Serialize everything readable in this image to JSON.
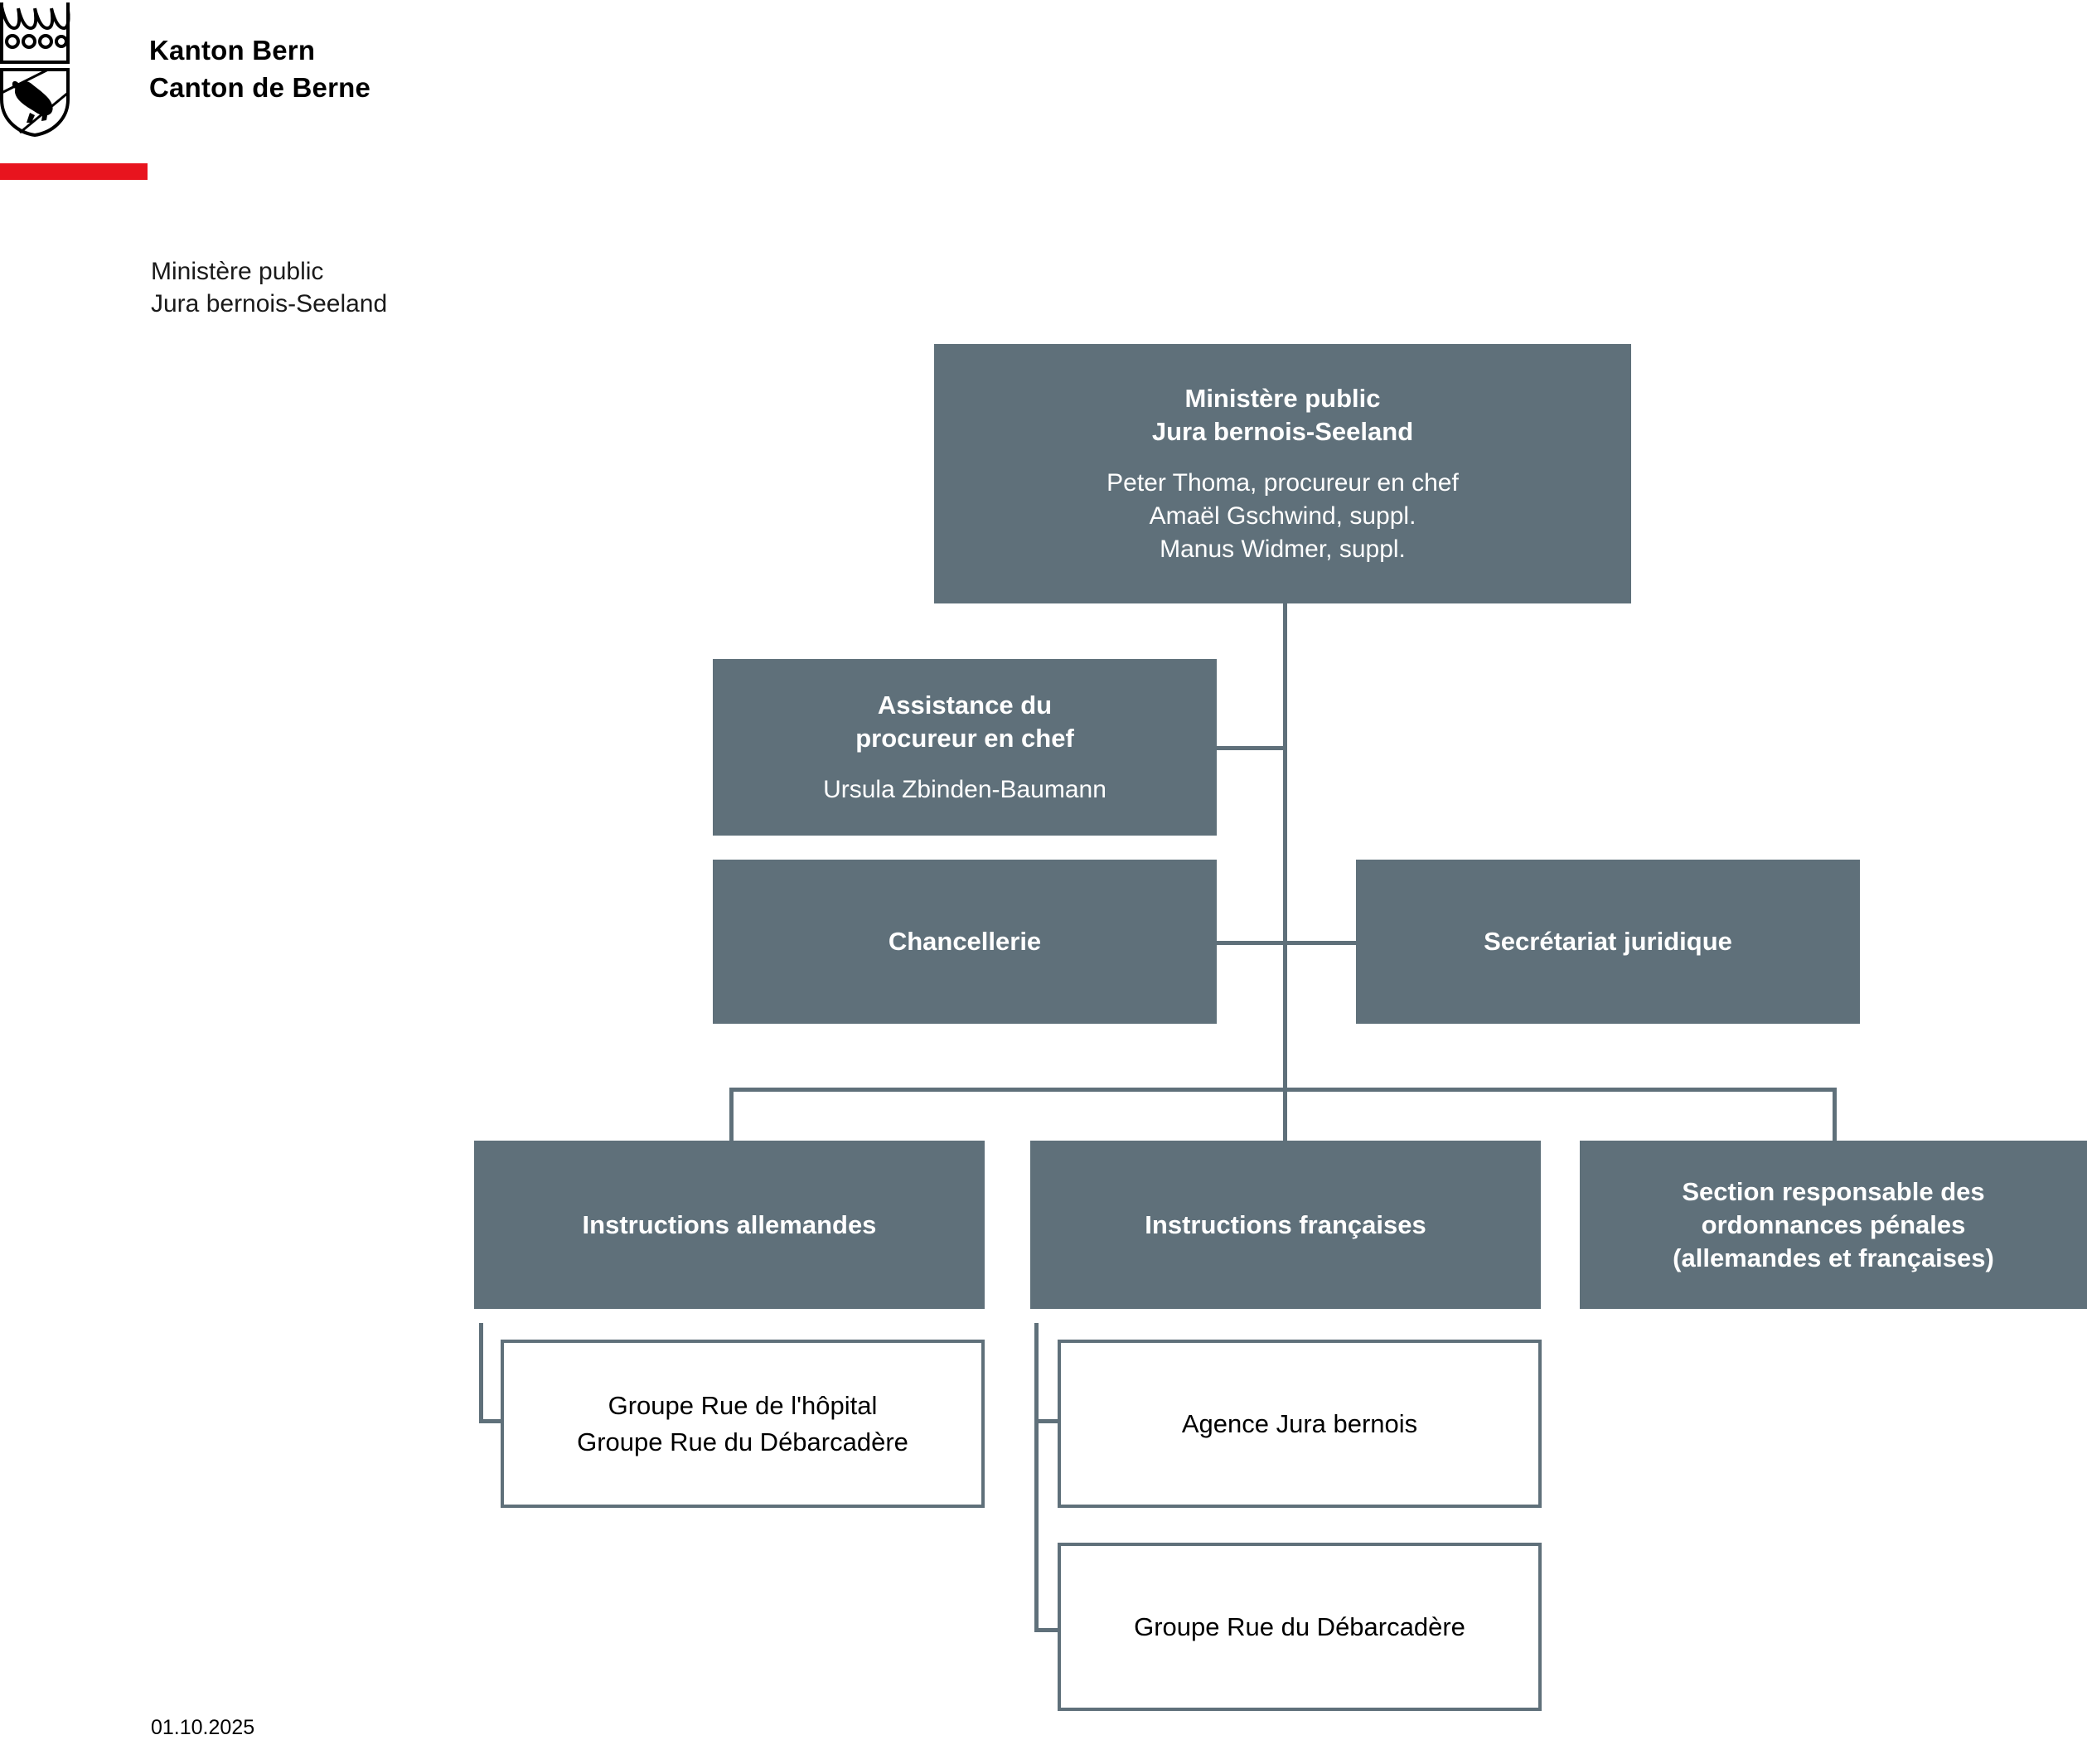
{
  "header": {
    "logo_alt": "bern-coat-of-arms",
    "line1": "Kanton Bern",
    "line2": "Canton de Berne",
    "accent_color": "#E8141E"
  },
  "org_subtitle": {
    "line1": "Ministère public",
    "line2": "Jura bernois-Seeland"
  },
  "chart_colors": {
    "box_fill": "#5F707A",
    "box_text": "#FFFFFF",
    "connector": "#5F707A",
    "white_box_text": "#000000"
  },
  "nodes": {
    "root": {
      "title_line1": "Ministère public",
      "title_line2": "Jura bernois-Seeland",
      "people": [
        "Peter Thoma, procureur en chef",
        "Amaël Gschwind, suppl.",
        "Manus Widmer, suppl."
      ]
    },
    "assistance": {
      "title_line1": "Assistance du",
      "title_line2": "procureur en chef",
      "person": "Ursula Zbinden-Baumann"
    },
    "chancellerie": {
      "title": "Chancellerie"
    },
    "secretariat": {
      "title": "Secrétariat juridique"
    },
    "instructions_de": {
      "title": "Instructions allemandes"
    },
    "instructions_fr": {
      "title": "Instructions françaises"
    },
    "ordonnances": {
      "title_line1": "Section responsable des",
      "title_line2": "ordonnances pénales",
      "title_line3": "(allemandes et françaises)"
    },
    "groupe_de": {
      "line1": "Groupe Rue de l'hôpital",
      "line2": "Groupe Rue du Débarcadère"
    },
    "agence_jura": {
      "line1": "Agence Jura bernois"
    },
    "groupe_debarcadere": {
      "line1": "Groupe Rue du Débarcadère"
    }
  },
  "footer": {
    "date": "01.10.2025"
  }
}
